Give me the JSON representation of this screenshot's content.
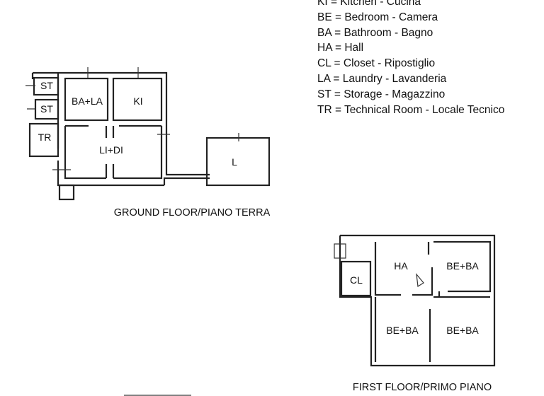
{
  "legend": [
    "KI = Kitchen - Cucina",
    "BE = Bedroom - Camera",
    "BA = Bathroom - Bagno",
    "HA = Hall",
    "CL = Closet - Ripostiglio",
    "LA = Laundry - Lavanderia",
    "ST = Storage - Magazzino",
    "TR = Technical Room - Locale Tecnico"
  ],
  "ground_floor": {
    "title": "GROUND FLOOR/PIANO TERRA",
    "rooms": [
      "ST",
      "ST",
      "TR",
      "BA+LA",
      "KI",
      "LI+DI",
      "L"
    ]
  },
  "first_floor": {
    "title": "FIRST FLOOR/PRIMO PIANO",
    "rooms": [
      "HA",
      "BE+BA",
      "CL",
      "BE+BA",
      "BE+BA"
    ]
  }
}
